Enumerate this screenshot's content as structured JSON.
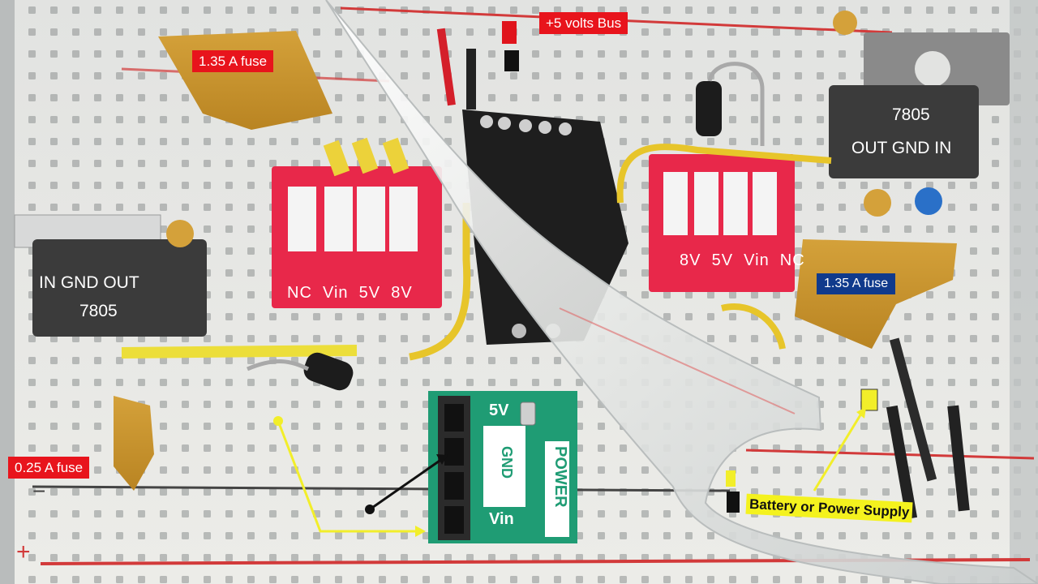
{
  "labels": {
    "bus": "+5 volts Bus",
    "fuse_top_left": "1.35 A fuse",
    "fuse_right": "1.35 A fuse",
    "fuse_bottom_left": "0.25 A fuse",
    "battery": "Battery or Power Supply",
    "regulator_right_name": "7805",
    "regulator_right_pins": "OUT GND IN",
    "regulator_left_pins": "IN GND OUT",
    "regulator_left_name": "7805",
    "dip_left_pins": "NC  Vin  5V  8V",
    "dip_right_pins": "8V  5V  Vin  NC",
    "power_module_5v": "5V",
    "power_module_gnd": "GND",
    "power_module_vin": "Vin",
    "power_module_title": "POWER"
  },
  "colors": {
    "red_tag": "#e8141c",
    "blue_tag": "#103a8c",
    "yellow_tag": "#f4f21e",
    "pcb_green": "#1f9c74",
    "dip_red": "#e8284a",
    "regulator_gray": "#3b3b3b"
  }
}
